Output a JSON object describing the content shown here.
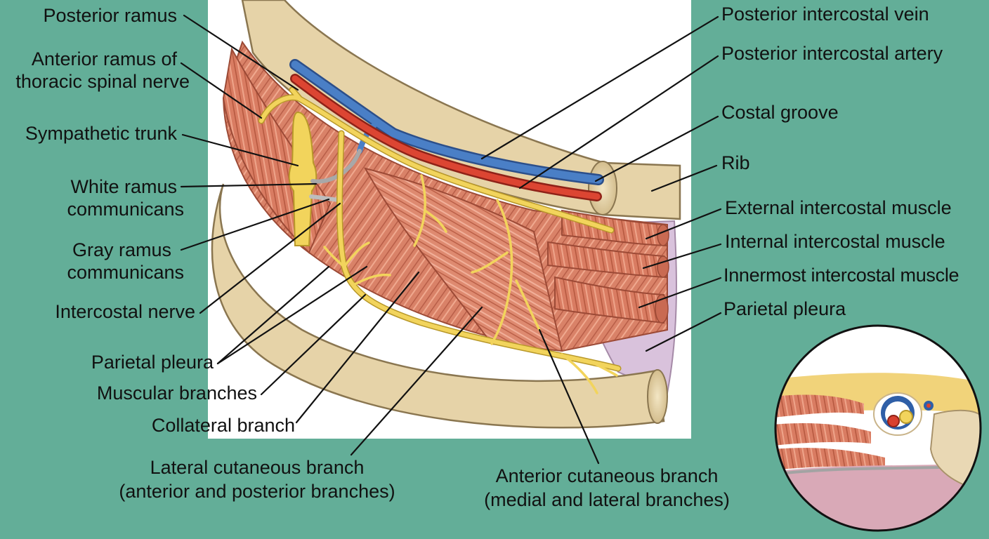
{
  "labels": {
    "posterior_ramus": "Posterior ramus",
    "anterior_ramus_1": "Anterior ramus of",
    "anterior_ramus_2": "thoracic spinal nerve",
    "sympathetic_trunk": "Sympathetic trunk",
    "white_ramus_1": "White ramus",
    "white_ramus_2": "communicans",
    "gray_ramus_1": "Gray ramus",
    "gray_ramus_2": "communicans",
    "intercostal_nerve": "Intercostal nerve",
    "parietal_pleura_left": "Parietal pleura",
    "muscular_branches": "Muscular branches",
    "collateral_branch": "Collateral branch",
    "lateral_cutaneous_1": "Lateral cutaneous branch",
    "lateral_cutaneous_2": "(anterior and posterior branches)",
    "anterior_cutaneous_1": "Anterior cutaneous branch",
    "anterior_cutaneous_2": "(medial and lateral branches)",
    "posterior_intercostal_vein": "Posterior intercostal vein",
    "posterior_intercostal_artery": "Posterior intercostal artery",
    "costal_groove": "Costal groove",
    "rib": "Rib",
    "external_intercostal": "External intercostal muscle",
    "internal_intercostal": "Internal intercostal muscle",
    "innermost_intercostal": "Innermost intercostal muscle",
    "parietal_pleura_right": "Parietal pleura"
  },
  "colors": {
    "background": "#63ae98",
    "panel": "#ffffff",
    "bone": "#e6d3a8",
    "muscle": "#d98268",
    "nerve": "#f1d354",
    "vein": "#3f6fb6",
    "artery": "#d9402f",
    "pleura": "#d9c2dc"
  }
}
